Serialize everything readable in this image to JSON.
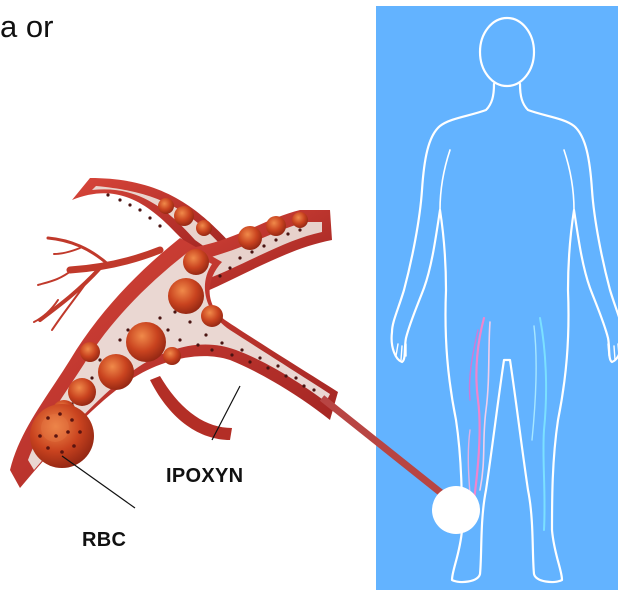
{
  "fragment_text": "a or",
  "labels": {
    "ipoxyn": "IPOXYN",
    "rbc": "RBC"
  },
  "colors": {
    "panel_background": "#63b3ff",
    "body_outline": "#ffffff",
    "vessel": "#c8302b",
    "vessel_inner": "#ead7d2",
    "rbc": "#c9431f",
    "connector": "#b84543",
    "vein_pink": "#ff80c8",
    "vein_cyan": "#7fe8ff"
  },
  "icons": {
    "body": "human-body-silhouette-icon",
    "vessel": "blood-vessel-illustration",
    "marker": "highlight-circle-marker"
  }
}
